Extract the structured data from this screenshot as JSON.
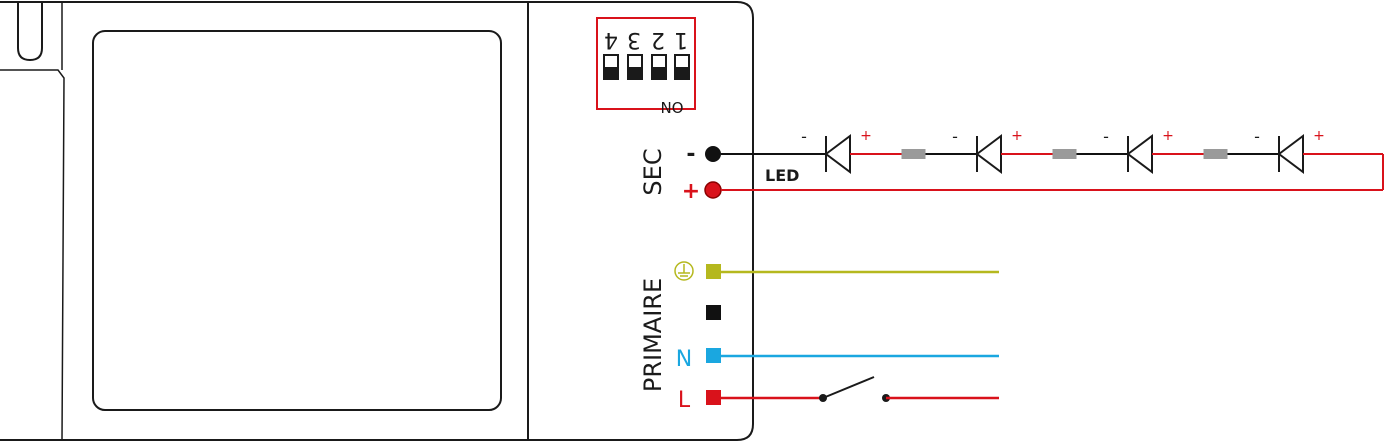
{
  "colors": {
    "outline": "#1a1a1a",
    "red": "#d9121b",
    "blue": "#1aa7e0",
    "earth": "#b5b81e",
    "black": "#111111",
    "resistor": "#9a9a9a"
  },
  "dip_switch": {
    "numbers": [
      "4",
      "3",
      "2",
      "1"
    ],
    "on_label": "ON"
  },
  "secondary": {
    "label": "SEC",
    "minus": "-",
    "plus": "+",
    "led_label": "LED"
  },
  "primary": {
    "label": "PRIMAIRE",
    "earth_icon": "earth-ground-icon",
    "neutral": "N",
    "live": "L"
  },
  "led_chain": {
    "count": 4,
    "minus_mark": "-",
    "plus_mark": "+"
  }
}
